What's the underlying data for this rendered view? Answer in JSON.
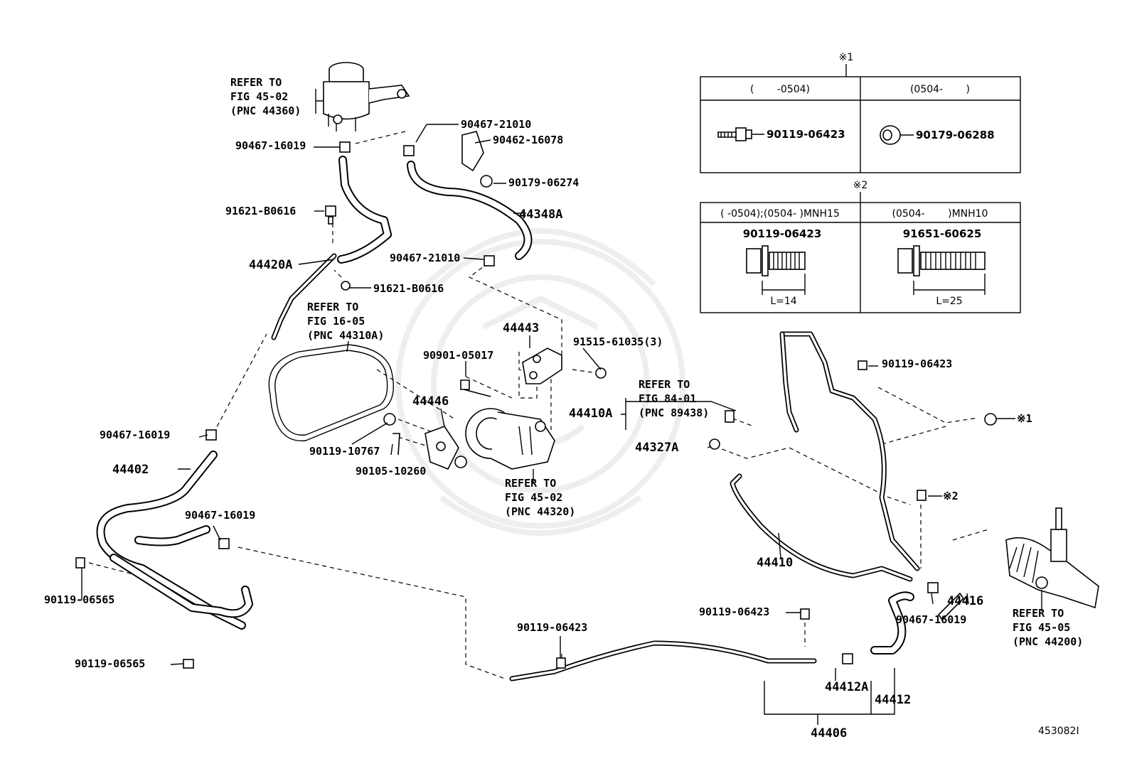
{
  "diagram_id": "453082I",
  "table1": {
    "marker": "※1",
    "col1_header": "(　　 -0504)",
    "col2_header": "(0504-　　 )",
    "col1_part": "90119-06423",
    "col2_part": "90179-06288"
  },
  "table2": {
    "marker": "※2",
    "col1_header": "( -0504);(0504- )MNH15",
    "col2_header": "(0504-　　 )MNH10",
    "col1_part": "90119-06423",
    "col2_part": "91651-60625",
    "col1_length": "L=14",
    "col2_length": "L=25"
  },
  "labels": {
    "refer_4502_top": [
      "REFER TO",
      "FIG 45-02",
      "(PNC 44360)"
    ],
    "refer_1605": [
      "REFER TO",
      "FIG 16-05",
      "(PNC 44310A)"
    ],
    "refer_8401": [
      "REFER TO",
      "FIG 84-01",
      "(PNC 89438)"
    ],
    "refer_4502_pump": [
      "REFER TO",
      "FIG 45-02",
      "(PNC 44320)"
    ],
    "refer_4505": [
      "REFER TO",
      "FIG 45-05",
      "(PNC 44200)"
    ],
    "p90467_16019_a": "90467-16019",
    "p90467_21010_a": "90467-21010",
    "p90462_16078": "90462-16078",
    "p90179_06274": "90179-06274",
    "p91621_b0616_a": "91621-B0616",
    "p44348a": "44348A",
    "p44420a": "44420A",
    "p90467_21010_b": "90467-21010",
    "p91621_b0616_b": "91621-B0616",
    "p44443": "44443",
    "p91515_61035": "91515-61035(3)",
    "p90901_05017": "90901-05017",
    "p44446": "44446",
    "p44410a": "44410A",
    "p90467_16019_b": "90467-16019",
    "p90119_10767": "90119-10767",
    "p90105_10260": "90105-10260",
    "p44327a": "44327A",
    "p44402": "44402",
    "p90119_06423_a": "90119-06423",
    "mark1": "※1",
    "mark2": "※2",
    "p90467_16019_c": "90467-16019",
    "p90119_06565_a": "90119-06565",
    "p44410": "44410",
    "p44416": "44416",
    "p90119_06565_b": "90119-06565",
    "p90119_06423_b": "90119-06423",
    "p90119_06423_c": "90119-06423",
    "p90467_16019_d": "90467-16019",
    "p44412a": "44412A",
    "p44412": "44412",
    "p44406": "44406"
  }
}
